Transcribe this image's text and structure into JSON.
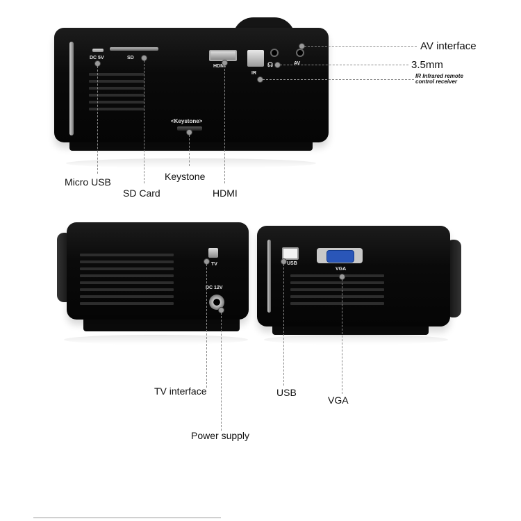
{
  "top_view": {
    "port_labels": {
      "dc5v": "DC 5V",
      "sd": "SD",
      "hdmi": "HDMI",
      "ir": "IR",
      "av": "AV",
      "keystone": "<Keystone>"
    },
    "callouts": {
      "av_interface": "AV interface",
      "audio_35": "3.5mm",
      "ir_line1": "IR Infrared remote",
      "ir_line2": "control receiver",
      "micro_usb": "Micro USB",
      "sd_card": "SD Card",
      "keystone": "Keystone",
      "hdmi": "HDMI"
    }
  },
  "bottom_left_view": {
    "port_labels": {
      "tv": "TV",
      "dc12v": "DC 12V"
    },
    "callouts": {
      "tv_interface": "TV interface",
      "power_supply": "Power supply"
    }
  },
  "bottom_right_view": {
    "port_labels": {
      "usb": "USB",
      "vga": "VGA"
    },
    "callouts": {
      "usb": "USB",
      "vga": "VGA"
    }
  },
  "colors": {
    "body": "#0a0a0a",
    "vga_port": "#2a56b8",
    "callout_line": "#8a8a8a"
  }
}
